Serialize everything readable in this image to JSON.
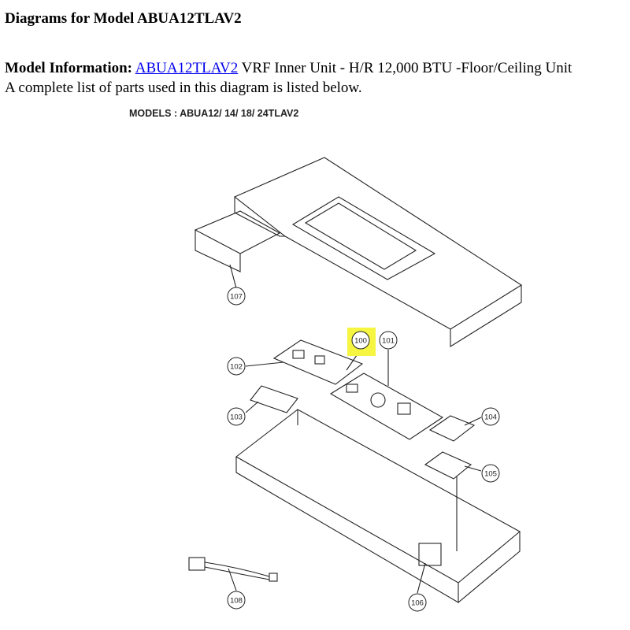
{
  "page": {
    "title": "Diagrams for Model ABUA12TLAV2",
    "info_label": "Model Information:",
    "model_link": "ABUA12TLAV2",
    "model_description": " VRF Inner Unit - H/R 12,000 BTU -Floor/Ceiling Unit",
    "parts_note": "A complete list of parts used in this diagram is listed below."
  },
  "diagram": {
    "models_caption": "MODELS : ABUA12/ 14/ 18/ 24TLAV2",
    "highlight_color": "#f5f542",
    "callouts": [
      "100",
      "101",
      "102",
      "103",
      "104",
      "105",
      "106",
      "107",
      "108"
    ],
    "highlighted_callout": "100"
  }
}
